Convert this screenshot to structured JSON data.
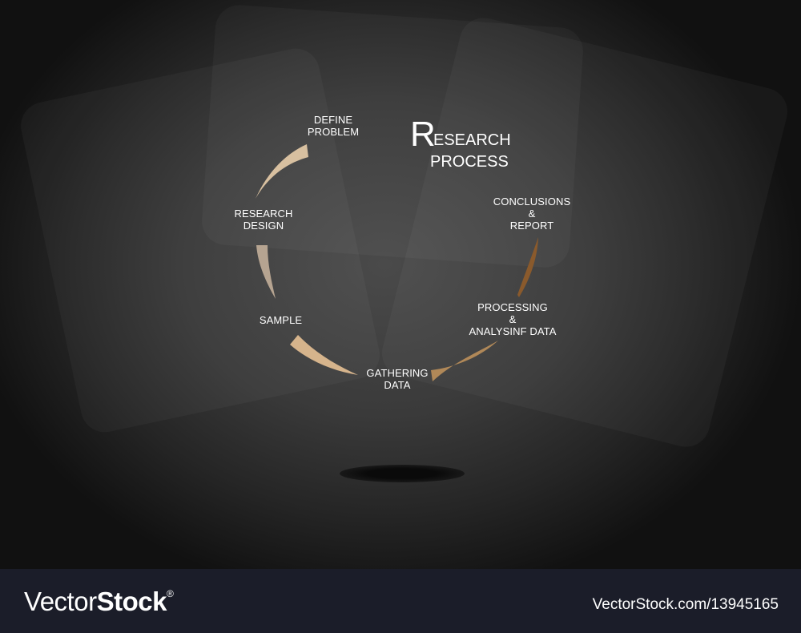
{
  "diagram": {
    "title_initial": "R",
    "title_rest": "ESEARCH",
    "title_line2": "PROCESS",
    "steps": [
      {
        "label": "DEFINE\nPROBLEM",
        "color": "#d8c0a0"
      },
      {
        "label": "RESEARCH\nDESIGN",
        "color": "#b6a491"
      },
      {
        "label": "SAMPLE",
        "color": "#d6b48c"
      },
      {
        "label": "GATHERING\nDATA",
        "color": "#b08858"
      },
      {
        "label": "PROCESSING\n&\nANALYSINF DATA",
        "color": "#8a5a2c"
      },
      {
        "label": "CONCLUSIONS\n&\nREPORT",
        "color": "#7a4a22"
      }
    ]
  },
  "footer": {
    "brand_light": "Vector",
    "brand_bold": "Stock",
    "brand_mark": "®",
    "credit": "VectorStock.com/13945165"
  }
}
